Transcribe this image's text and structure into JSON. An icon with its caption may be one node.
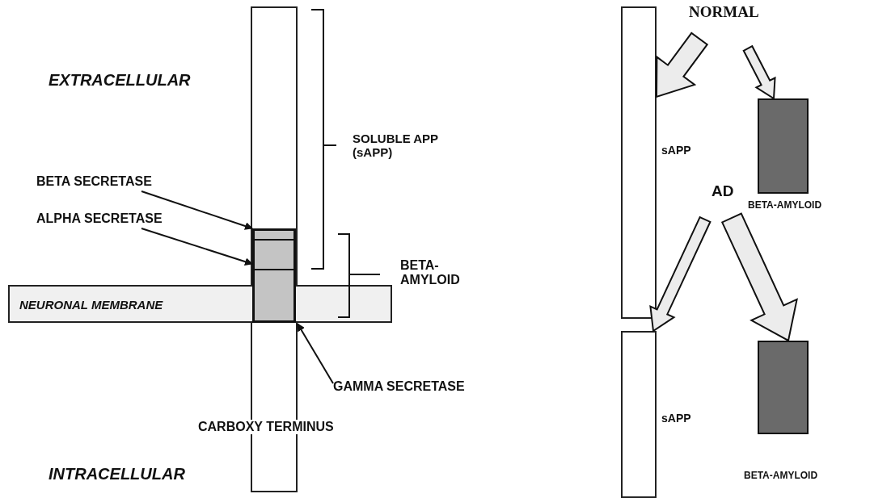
{
  "diagram": {
    "nodes": [
      {
        "text": [],
        "shape": "bar"
      },
      {
        "text": [
          "NEURONAL MEMBRANE"
        ]
      },
      {
        "text": [],
        "shape": "box",
        "in": 0
      },
      {
        "text": [
          "BETA SECRETASE"
        ]
      },
      {
        "text": [
          "ALPHA SECRETASE"
        ]
      },
      {
        "text": [
          "GAMMA SECRETASE"
        ]
      },
      {
        "text": [
          "NORMAL"
        ]
      },
      {
        "text": [],
        "shape": "bar",
        "beside": [
          "sAPP"
        ]
      },
      {
        "text": [],
        "shape": "box",
        "beside": [
          "BETA-AMYLOID"
        ]
      },
      {
        "text": [
          "AD"
        ]
      },
      {
        "text": [],
        "shape": "bar",
        "beside": [
          "sAPP"
        ]
      },
      {
        "text": [],
        "shape": "box",
        "beside": [
          "BETA-AMYLOID"
        ]
      }
    ],
    "edges": [
      {
        "from": 3,
        "to": 2,
        "arrow": "to"
      },
      {
        "from": 4,
        "to": 2,
        "arrow": "to"
      },
      {
        "from": 5,
        "to": 2,
        "arrow": "to"
      },
      {
        "from": 6,
        "to": 7,
        "arrow": "to",
        "style": "thick"
      },
      {
        "from": 6,
        "to": 8,
        "arrow": "to",
        "style": "thick"
      },
      {
        "from": 9,
        "to": 10,
        "arrow": "to",
        "style": "thick"
      },
      {
        "from": 9,
        "to": 11,
        "arrow": "to",
        "style": "thick"
      }
    ],
    "labels": [
      "EXTRACELLULAR",
      "SOLUBLE APP (sAPP)",
      "BETA- AMYLOID",
      "CARBOXY TERMINUS",
      "INTRACELLULAR"
    ]
  }
}
